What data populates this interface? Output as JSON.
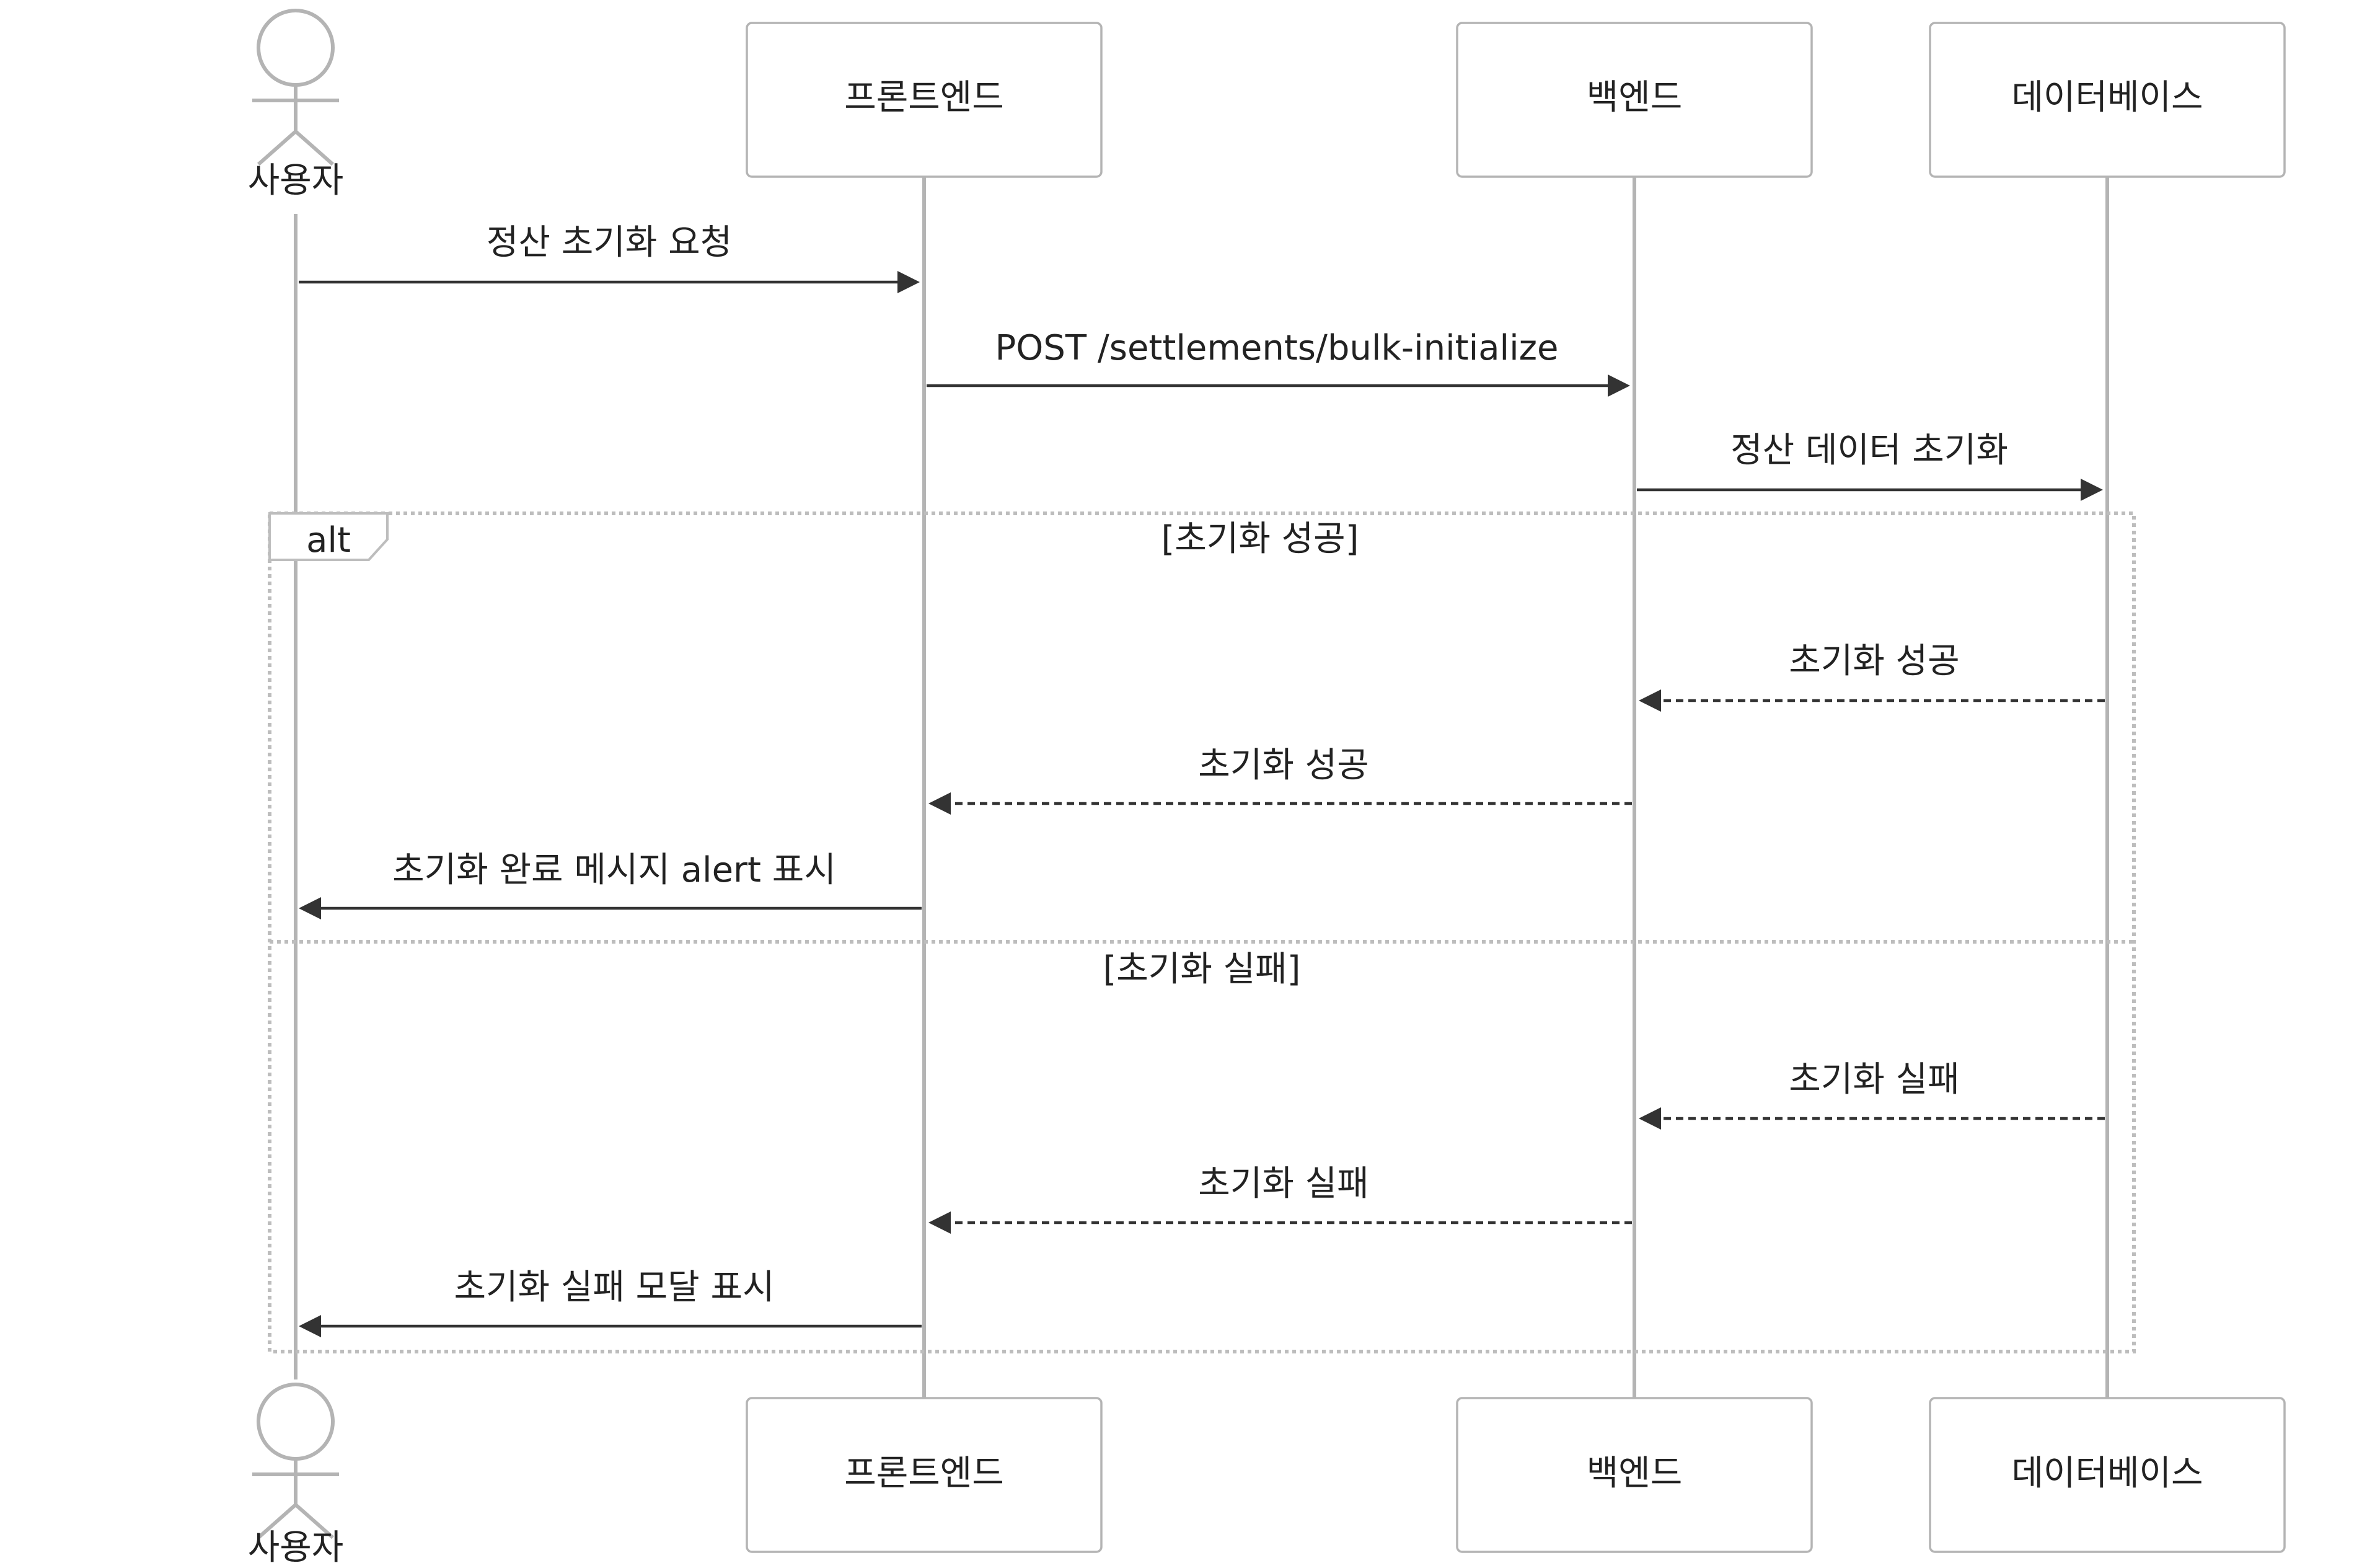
{
  "participants": [
    {
      "id": "user",
      "label": "사용자",
      "kind": "actor"
    },
    {
      "id": "frontend",
      "label": "프론트엔드",
      "kind": "box"
    },
    {
      "id": "backend",
      "label": "백엔드",
      "kind": "box"
    },
    {
      "id": "database",
      "label": "데이터베이스",
      "kind": "box"
    }
  ],
  "messages": [
    {
      "from": "user",
      "to": "frontend",
      "label": "정산 초기화 요청",
      "style": "solid"
    },
    {
      "from": "frontend",
      "to": "backend",
      "label": "POST /settlements/bulk-initialize",
      "style": "solid"
    },
    {
      "from": "backend",
      "to": "database",
      "label": "정산 데이터 초기화",
      "style": "solid"
    },
    {
      "from": "database",
      "to": "backend",
      "label": "초기화 성공",
      "style": "dashed"
    },
    {
      "from": "backend",
      "to": "frontend",
      "label": "초기화 성공",
      "style": "dashed"
    },
    {
      "from": "frontend",
      "to": "user",
      "label": "초기화 완료 메시지 alert 표시",
      "style": "solid"
    },
    {
      "from": "database",
      "to": "backend",
      "label": "초기화 실패",
      "style": "dashed"
    },
    {
      "from": "backend",
      "to": "frontend",
      "label": "초기화 실패",
      "style": "dashed"
    },
    {
      "from": "frontend",
      "to": "user",
      "label": "초기화 실패 모달 표시",
      "style": "solid"
    }
  ],
  "fragment": {
    "keyword": "alt",
    "conditions": [
      "[초기화 성공]",
      "[초기화 실패]"
    ]
  },
  "colors": {
    "lifeline": "#b4b4b4",
    "arrow": "#333333",
    "frame": "#bdbdbd",
    "text": "#222222"
  }
}
